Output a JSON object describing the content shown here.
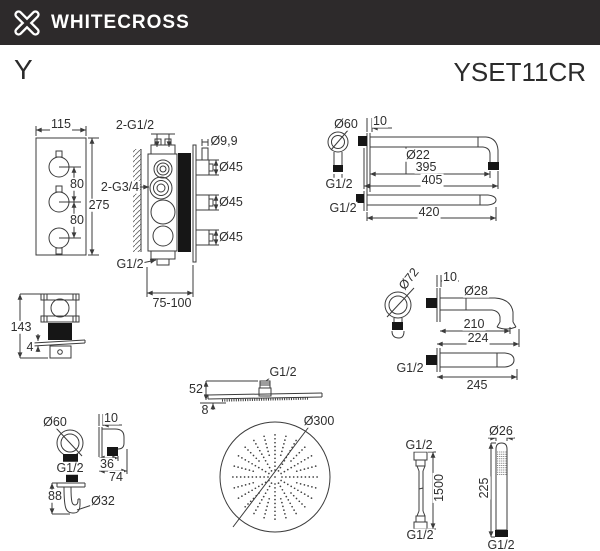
{
  "header": {
    "brand": "WHITECROSS"
  },
  "title_row": {
    "series": "Y",
    "model": "YSET11CR"
  },
  "colors": {
    "header_bg": "#2d2a2b",
    "line": "#3b3b3b",
    "text": "#2e2e2e"
  },
  "valve": {
    "front_width": "115",
    "front_height": "275",
    "knob_spacing_top": "80",
    "knob_spacing_bottom": "80",
    "top_connections": "2-G1/2",
    "side_connections": "2-G3/4",
    "bottom_connection": "G1/2",
    "mounting_depth": "75-100",
    "stem_diameter": "Ø9,9",
    "knob_diameter_1": "Ø45",
    "knob_diameter_2": "Ø45",
    "knob_diameter_3": "Ø45"
  },
  "shower_arm": {
    "escutcheon_diameter": "Ø60",
    "escutcheon_depth": "10",
    "thread_front": "G1/2",
    "tube_diameter": "Ø22",
    "length_to_bend": "395",
    "length_overall": "405",
    "thread_top_view": "G1/2",
    "length_top_view": "420"
  },
  "spout": {
    "escutcheon_diameter": "Ø72",
    "escutcheon_depth": "10",
    "tube_diameter": "Ø28",
    "length_to_bend": "210",
    "length_overall": "224",
    "thread": "G1/2",
    "length_top_view": "245"
  },
  "holder": {
    "height": "143",
    "plate_thickness": "4"
  },
  "elbow": {
    "escutcheon_diameter": "Ø60",
    "thread_front": "G1/2",
    "plate_thickness": "10",
    "depth_inner": "36",
    "depth_overall": "74",
    "height": "88",
    "outlet_diameter": "Ø32"
  },
  "head_shower": {
    "thread": "G1/2",
    "height": "52",
    "edge_thickness": "8",
    "diameter": "Ø300"
  },
  "hose": {
    "thread_top": "G1/2",
    "length": "1500",
    "thread_bottom": "G1/2"
  },
  "handshower": {
    "head_diameter": "Ø26",
    "length": "225",
    "thread": "G1/2"
  }
}
